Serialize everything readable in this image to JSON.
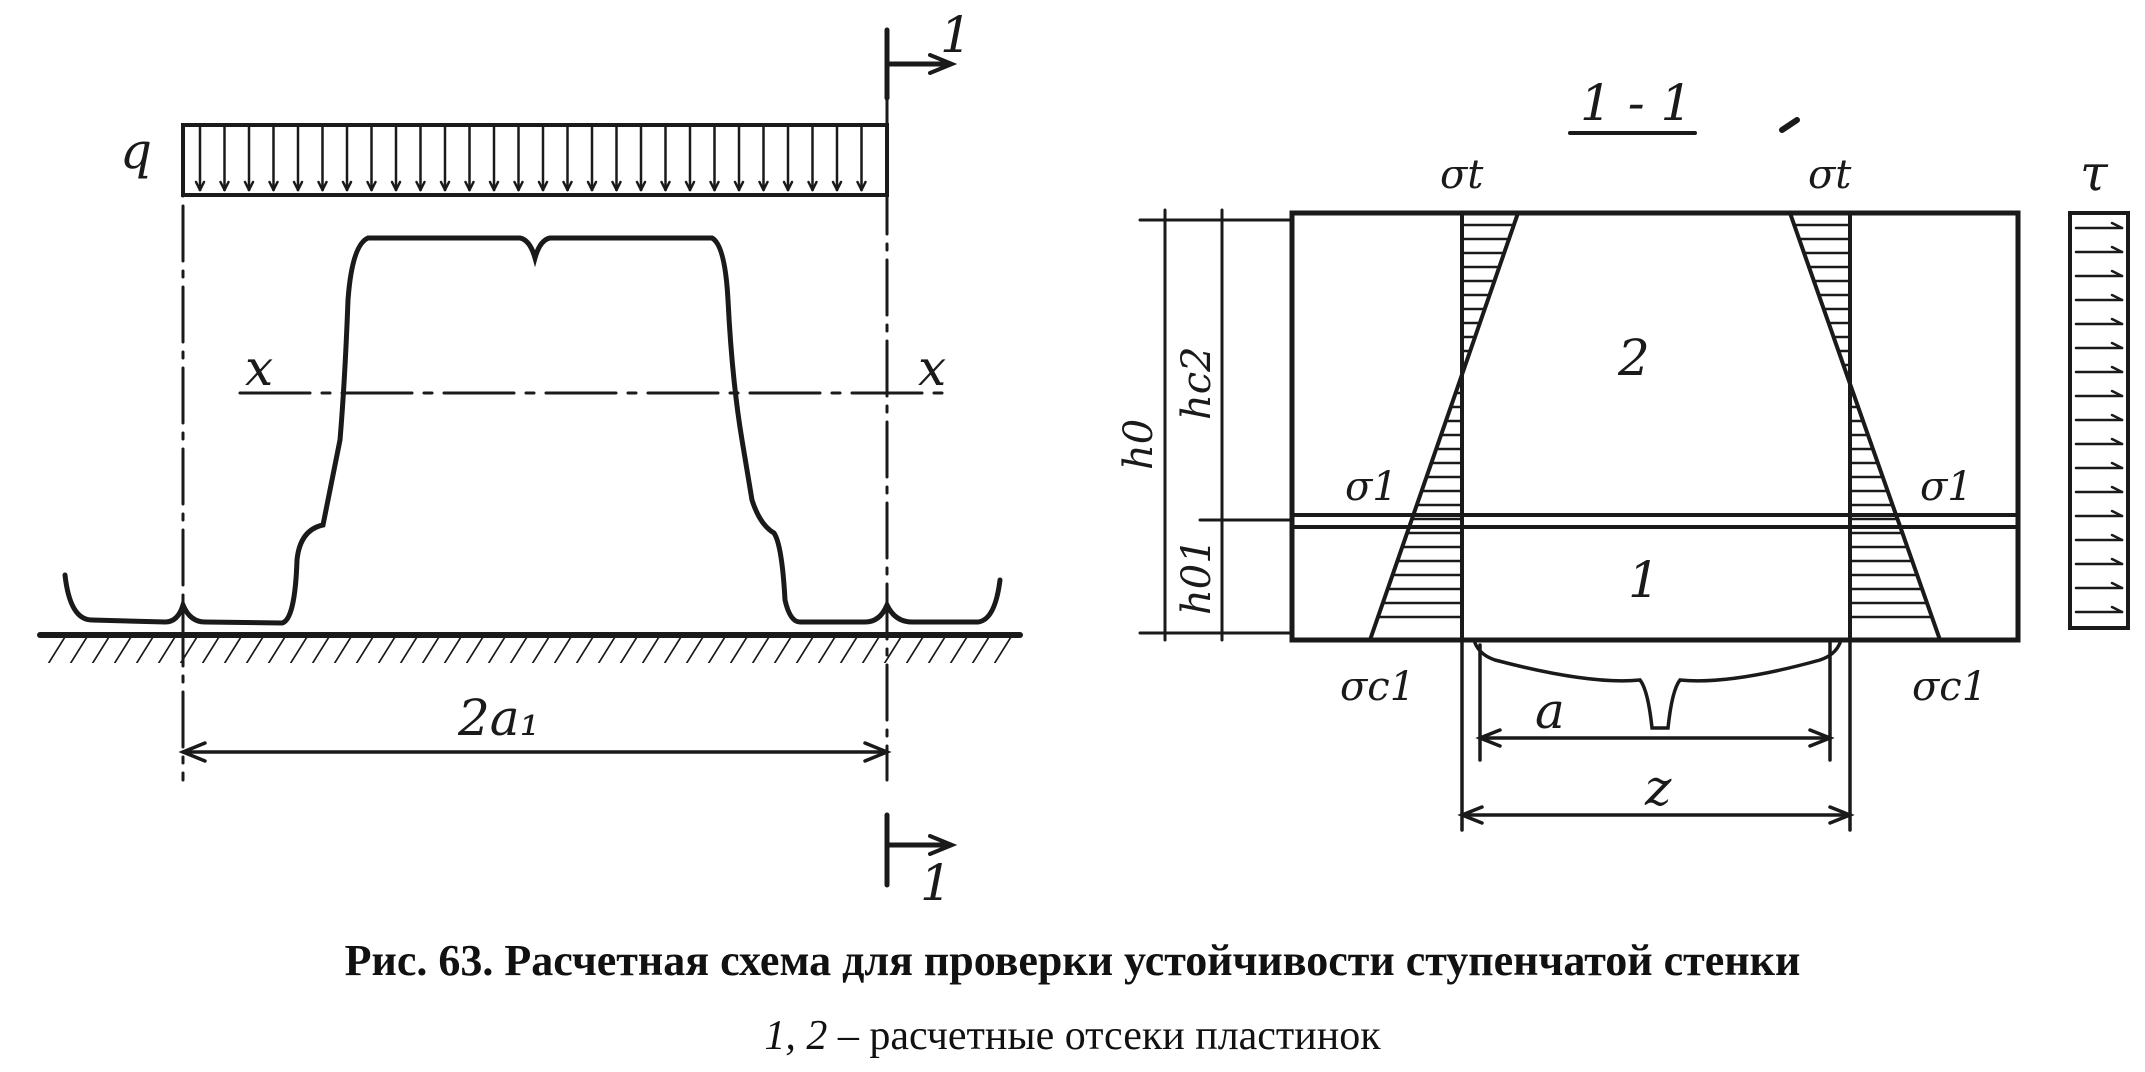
{
  "figure": {
    "caption": "Рис. 63. Расчетная схема для проверки устойчивости ступенчатой стенки",
    "subcaption_numbers": "1, 2",
    "subcaption_text": " – расчетные отсеки пластинок"
  },
  "left_view": {
    "load_label": "q",
    "axis_label_left": "x",
    "axis_label_right": "x",
    "span_label": "2a₁",
    "section_mark_top": "1",
    "section_mark_bottom": "1"
  },
  "right_view": {
    "section_title": "1 - 1",
    "sigma_t_left": "σt",
    "sigma_t_right": "σt",
    "tau_label": "τ",
    "sigma_1_left": "σ1",
    "sigma_1_right": "σ1",
    "sigma_c1_left": "σc1",
    "sigma_c1_right": "σc1",
    "height_total": "h0",
    "height_upper": "hc2",
    "height_lower": "h01",
    "panel_upper": "2",
    "panel_lower": "1",
    "dim_inner": "a",
    "dim_outer": "z"
  }
}
